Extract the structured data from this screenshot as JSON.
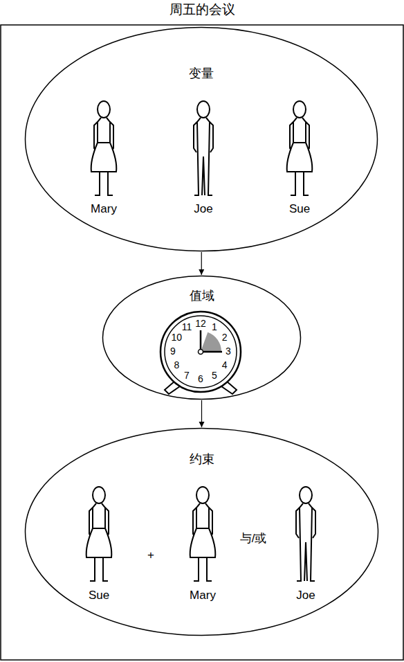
{
  "diagram": {
    "title": "周五的会议",
    "nodes": [
      {
        "text": [
          "变量"
        ]
      },
      {
        "text": [
          "值域"
        ]
      },
      {
        "text": [
          "约束"
        ]
      }
    ],
    "edges": [
      {
        "from": 0,
        "to": 1,
        "arrow": "to"
      },
      {
        "from": 1,
        "to": 2,
        "arrow": "to"
      }
    ],
    "labels": [
      "Mary",
      "Joe",
      "Sue",
      "12",
      "1",
      "2",
      "3",
      "4",
      "5",
      "6",
      "7",
      "8",
      "9",
      "10",
      "11",
      "Sue",
      "+",
      "Mary",
      "与/或",
      "Joe"
    ]
  }
}
